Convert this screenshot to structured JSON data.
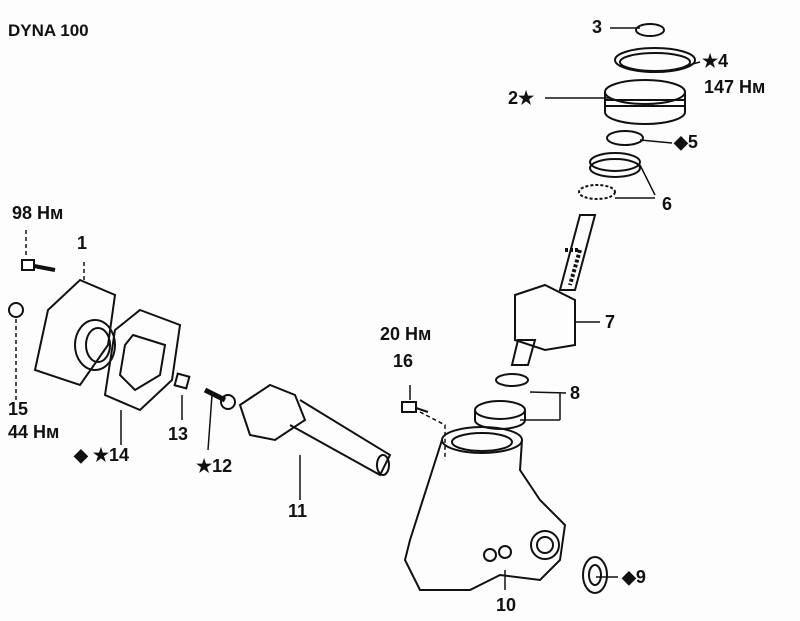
{
  "title": "DYNA 100",
  "callouts": {
    "p1": "1",
    "p2": "2★",
    "p3": "3",
    "p4": "★4",
    "p4_torque": "147 Нм",
    "p5": "◆5",
    "p6": "6",
    "p7": "7",
    "p8": "8",
    "p9": "◆9",
    "p10": "10",
    "p11": "11",
    "p12": "★12",
    "p13": "13",
    "p14": "◆ ★14",
    "p15": "15",
    "p15_torque": "44 Нм",
    "p16": "16",
    "p16_torque": "20 Нм",
    "bolt_torque": "98 Нм"
  }
}
